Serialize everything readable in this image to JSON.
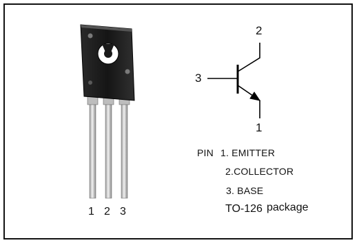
{
  "transistor_photo": {
    "pin_labels": [
      "1",
      "2",
      "3"
    ]
  },
  "symbol": {
    "terminal_labels": {
      "collector": "2",
      "base": "3",
      "emitter": "1"
    }
  },
  "pinout": {
    "pin_heading": "PIN",
    "pins": [
      "1. EMITTER",
      "2.COLLECTOR",
      "3. BASE"
    ],
    "package_code": "TO-126",
    "package_word": "package"
  }
}
